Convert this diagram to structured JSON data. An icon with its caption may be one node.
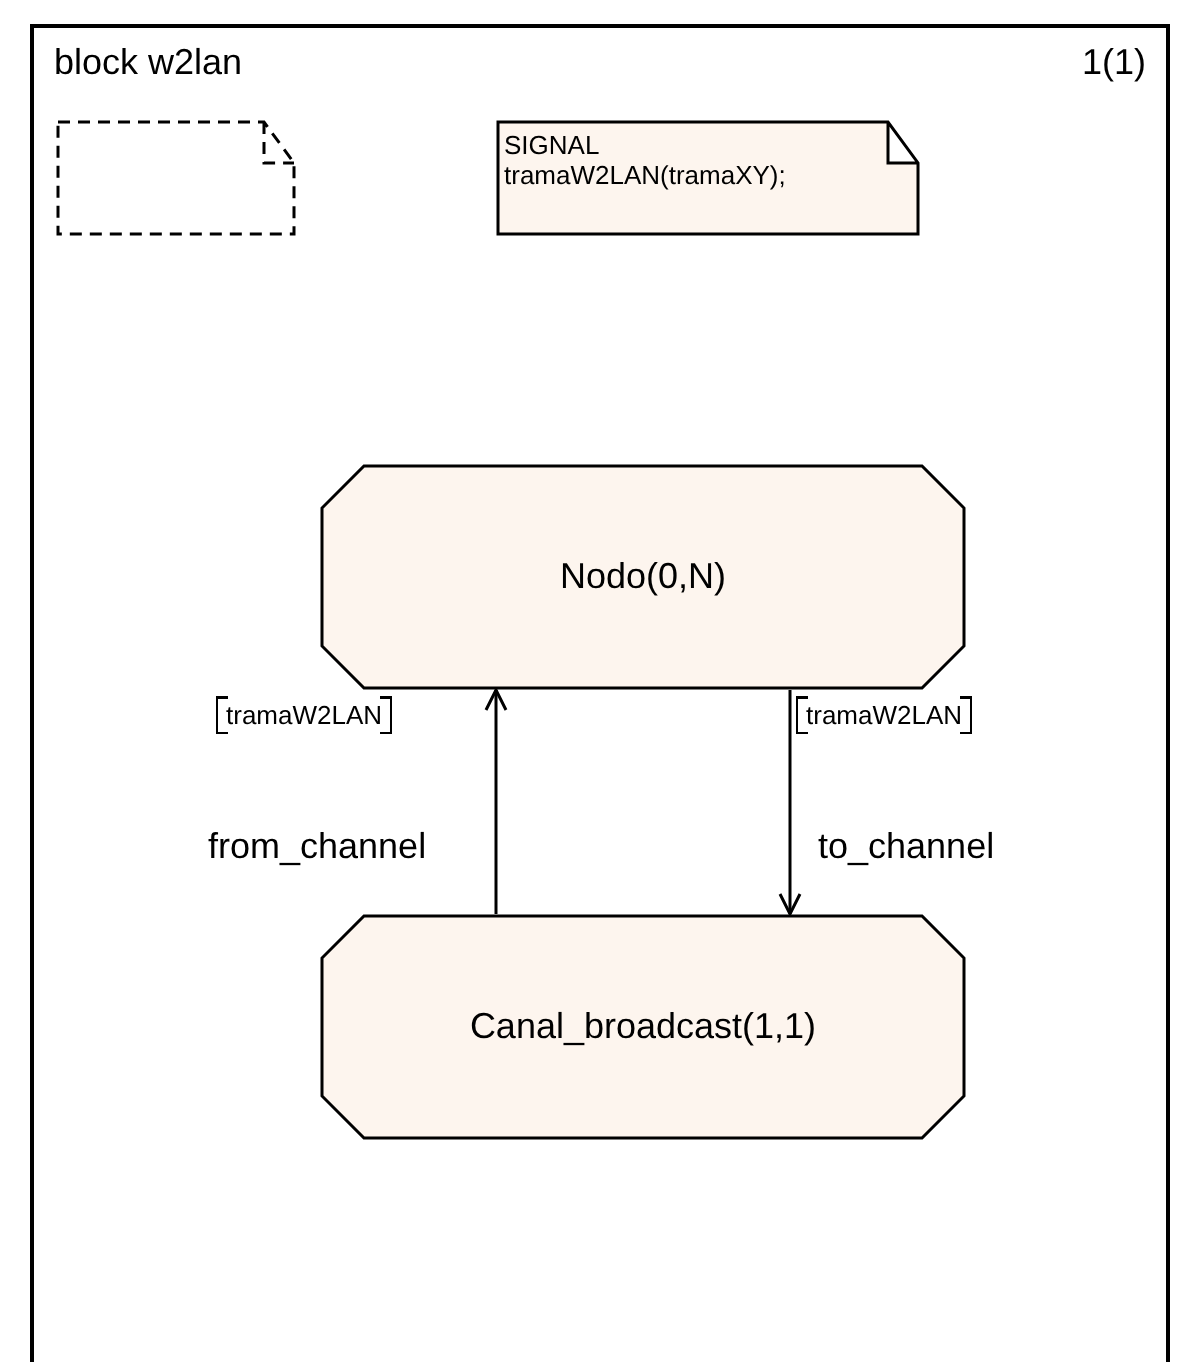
{
  "diagram": {
    "nodes": [
      {
        "text": [
          "block w2lan",
          "1(1)"
        ]
      },
      {
        "text": [],
        "shape": "box",
        "in": 0
      },
      {
        "text": [
          "SIGNAL tramaW2LAN(tramaXY);"
        ],
        "in": 0
      },
      {
        "text": [
          "Nodo(0,N)"
        ],
        "in": 0
      },
      {
        "text": [
          "Canal_broadcast(1,1)"
        ],
        "in": 0
      }
    ],
    "edges": [
      {
        "from": 4,
        "to": 3,
        "arrow": "to",
        "label": "from_channel"
      },
      {
        "from": 3,
        "to": 4,
        "arrow": "to",
        "label": "to_channel"
      }
    ],
    "labels": [
      "tramaW2LAN",
      "tramaW2LAN"
    ]
  }
}
